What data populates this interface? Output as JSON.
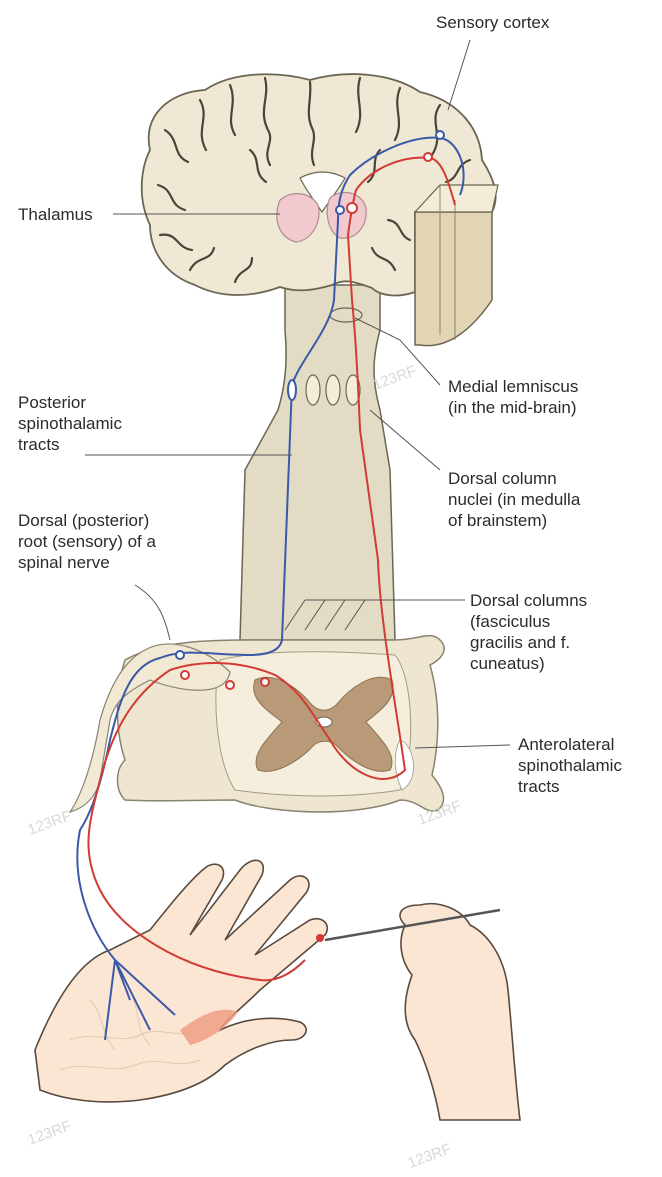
{
  "labels": {
    "sensory_cortex": "Sensory cortex",
    "thalamus": "Thalamus",
    "medial_lemniscus": "Medial lemniscus\n(in the mid-brain)",
    "posterior_spinothalamic": "Posterior\nspinothalamic\ntracts",
    "dorsal_column_nuclei": "Dorsal column\nnuclei (in medulla\nof brainstem)",
    "dorsal_root": "Dorsal (posterior)\nroot (sensory) of a\nspinal nerve",
    "dorsal_columns": "Dorsal columns\n(fasciculus\ngracilis and f.\ncuneatus)",
    "anterolateral": "Anterolateral\nspinothalamic\ntracts"
  },
  "colors": {
    "brain_fill": "#efe8d4",
    "brain_outline": "#6b6553",
    "brainstem_fill": "#e3dcc5",
    "thalamus_fill": "#f1c9cf",
    "grey_matter": "#b99a78",
    "blue_pathway": "#3a5aa8",
    "red_pathway": "#d23b33",
    "skin": "#fbe6d4",
    "leader_line": "#555555"
  },
  "icons": [
    "stimulus-pin-icon"
  ]
}
